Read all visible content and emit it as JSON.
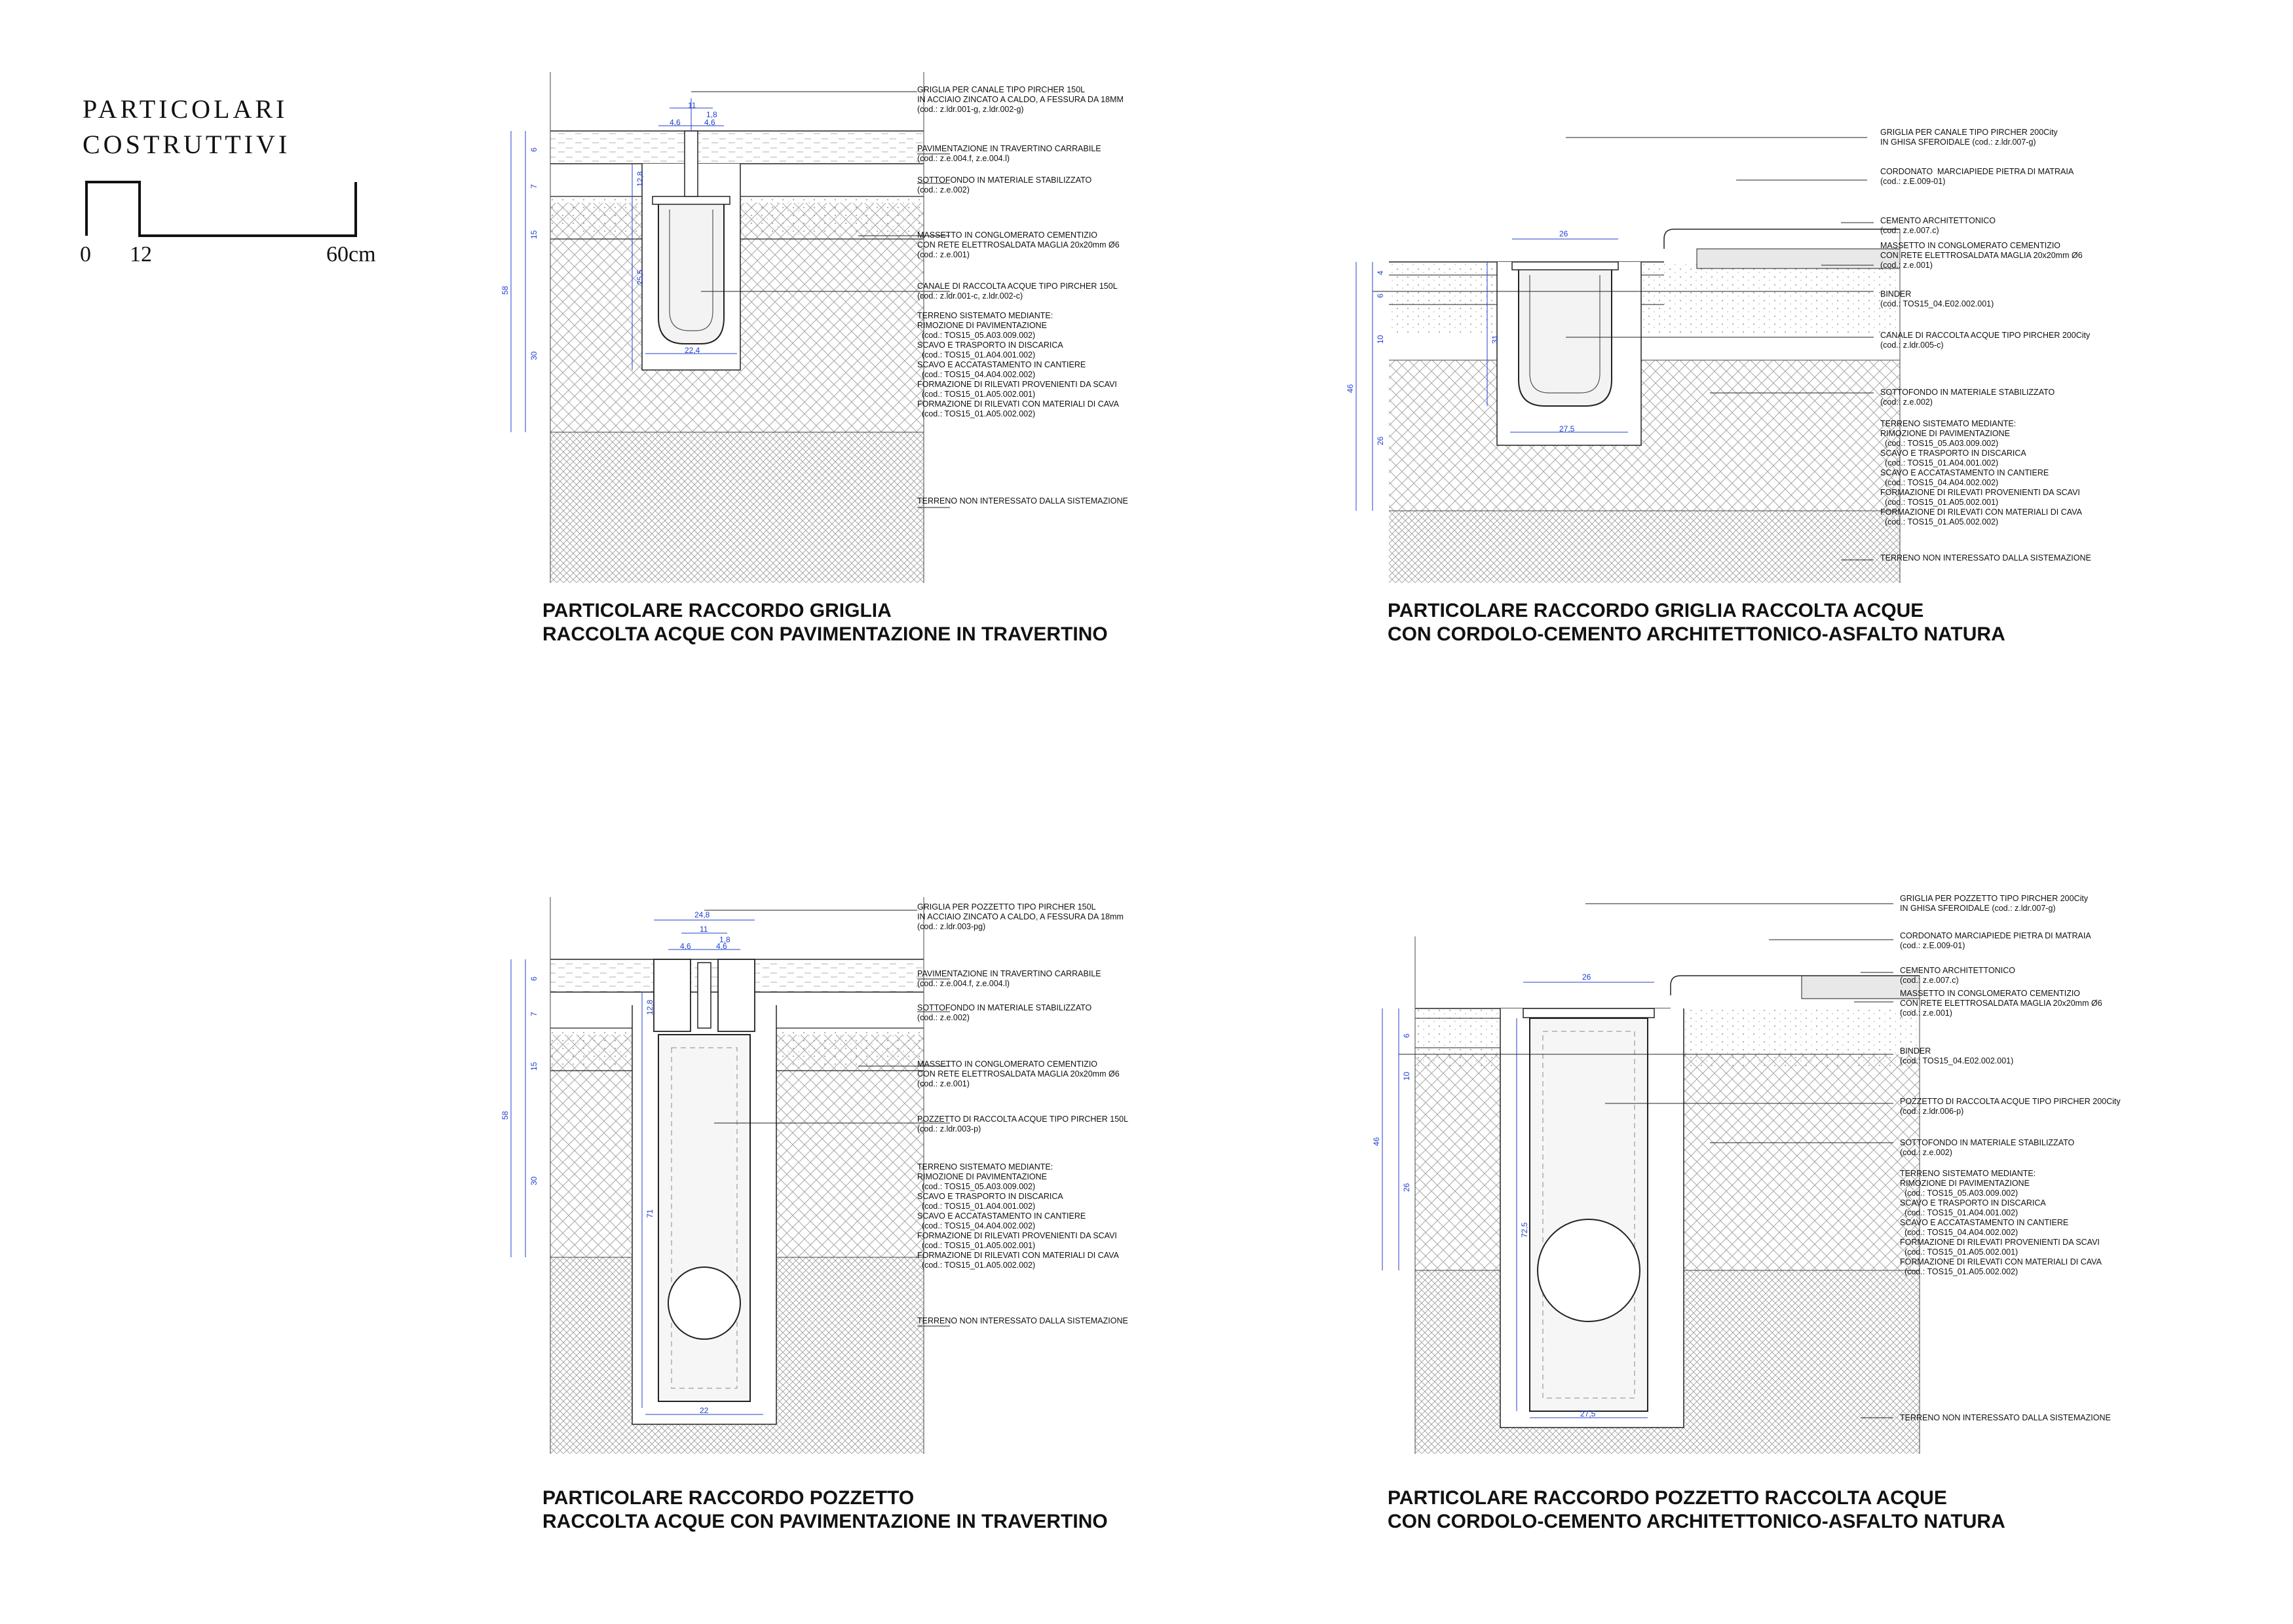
{
  "sheet": {
    "title_line1": "PARTICOLARI",
    "title_line2": "COSTRUTTIVI",
    "scale": {
      "t0": "0",
      "t1": "12",
      "t2": "60cm"
    }
  },
  "colors": {
    "line": "#222222",
    "dimension": "#2040d0",
    "hatch": "#9a9a9a"
  },
  "panels": [
    {
      "title1": "PARTICOLARE RACCORDO GRIGLIA",
      "title2": "RACCOLTA ACQUE CON PAVIMENTAZIONE IN TRAVERTINO",
      "notes": [
        "GRIGLIA PER CANALE TIPO PIRCHER 150L\nIN ACCIAIO ZINCATO A CALDO, A FESSURA DA 18MM\n(cod.: z.ldr.001-g, z.ldr.002-g)",
        "PAVIMENTAZIONE IN TRAVERTINO CARRABILE\n(cod.: z.e.004.f, z.e.004.l)",
        "SOTTOFONDO IN MATERIALE STABILIZZATO\n(cod.: z.e.002)",
        "MASSETTO IN CONGLOMERATO CEMENTIZIO\nCON RETE ELETTROSALDATA MAGLIA 20x20mm Ø6\n(cod.: z.e.001)",
        "CANALE DI RACCOLTA ACQUE TIPO PIRCHER 150L\n(cod.: z.ldr.001-c, z.ldr.002-c)",
        "TERRENO SISTEMATO MEDIANTE:\nRIMOZIONE DI PAVIMENTAZIONE\n  (cod.: TOS15_05.A03.009.002)\nSCAVO E TRASPORTO IN DISCARICA\n  (cod.: TOS15_01.A04.001.002)\nSCAVO E ACCATASTAMENTO IN CANTIERE\n  (cod.: TOS15_04.A04.002.002)\nFORMAZIONE DI RILEVATI PROVENIENTI DA SCAVI\n  (cod.: TOS15_01.A05.002.001)\nFORMAZIONE DI RILEVATI CON MATERIALI DI CAVA\n  (cod.: TOS15_01.A05.002.002)",
        "TERRENO NON INTERESSATO DALLA SISTEMAZIONE"
      ],
      "dims": [
        "11",
        "1,8",
        "4,6",
        "4,6",
        "6",
        "7",
        "15",
        "30",
        "58",
        "12,8",
        "25,5",
        "22,4"
      ]
    },
    {
      "title1": "PARTICOLARE RACCORDO GRIGLIA RACCOLTA ACQUE",
      "title2": "CON CORDOLO-CEMENTO ARCHITETTONICO-ASFALTO NATURA",
      "notes": [
        "GRIGLIA PER CANALE TIPO PIRCHER 200City\nIN GHISA SFEROIDALE (cod.: z.ldr.007-g)",
        "CORDONATO  MARCIAPIEDE PIETRA DI MATRAIA\n(cod.: z.E.009-01)",
        "CEMENTO ARCHITETTONICO\n(cod.: z.e.007.c)",
        "MASSETTO IN CONGLOMERATO CEMENTIZIO\nCON RETE ELETTROSALDATA MAGLIA 20x20mm Ø6\n(cod.: z.e.001)",
        "BINDER\n(cod.: TOS15_04.E02.002.001)",
        "CANALE DI RACCOLTA ACQUE TIPO PIRCHER 200City\n(cod.: z.ldr.005-c)",
        "SOTTOFONDO IN MATERIALE STABILIZZATO\n(cod.: z.e.002)",
        "TERRENO SISTEMATO MEDIANTE:\nRIMOZIONE DI PAVIMENTAZIONE\n  (cod.: TOS15_05.A03.009.002)\nSCAVO E TRASPORTO IN DISCARICA\n  (cod.: TOS15_01.A04.001.002)\nSCAVO E ACCATASTAMENTO IN CANTIERE\n  (cod.: TOS15_04.A04.002.002)\nFORMAZIONE DI RILEVATI PROVENIENTI DA SCAVI\n  (cod.: TOS15_01.A05.002.001)\nFORMAZIONE DI RILEVATI CON MATERIALI DI CAVA\n  (cod.: TOS15_01.A05.002.002)",
        "TERRENO NON INTERESSATO DALLA SISTEMAZIONE"
      ],
      "dims": [
        "26",
        "4",
        "6",
        "10",
        "26",
        "46",
        "31",
        "27,5"
      ]
    },
    {
      "title1": "PARTICOLARE RACCORDO POZZETTO",
      "title2": "RACCOLTA ACQUE CON PAVIMENTAZIONE IN TRAVERTINO",
      "notes": [
        "GRIGLIA PER POZZETTO TIPO PIRCHER 150L\nIN ACCIAIO ZINCATO A CALDO, A FESSURA DA 18mm\n(cod.: z.ldr.003-pg)",
        "PAVIMENTAZIONE IN TRAVERTINO CARRABILE\n(cod.: z.e.004.f, z.e.004.l)",
        "SOTTOFONDO IN MATERIALE STABILIZZATO\n(cod.: z.e.002)",
        "MASSETTO IN CONGLOMERATO CEMENTIZIO\nCON RETE ELETTROSALDATA MAGLIA 20x20mm Ø6\n(cod.: z.e.001)",
        "POZZETTO DI RACCOLTA ACQUE TIPO PIRCHER 150L\n(cod.: z.ldr.003-p)",
        "TERRENO SISTEMATO MEDIANTE:\nRIMOZIONE DI PAVIMENTAZIONE\n  (cod.: TOS15_05.A03.009.002)\nSCAVO E TRASPORTO IN DISCARICA\n  (cod.: TOS15_01.A04.001.002)\nSCAVO E ACCATASTAMENTO IN CANTIERE\n  (cod.: TOS15_04.A04.002.002)\nFORMAZIONE DI RILEVATI PROVENIENTI DA SCAVI\n  (cod.: TOS15_01.A05.002.001)\nFORMAZIONE DI RILEVATI CON MATERIALI DI CAVA\n  (cod.: TOS15_01.A05.002.002)",
        "TERRENO NON INTERESSATO DALLA SISTEMAZIONE"
      ],
      "dims": [
        "24,8",
        "11",
        "1,8",
        "4,6",
        "4,6",
        "6",
        "7",
        "15",
        "30",
        "58",
        "12,8",
        "71",
        "22"
      ]
    },
    {
      "title1": "PARTICOLARE RACCORDO POZZETTO RACCOLTA ACQUE",
      "title2": "CON CORDOLO-CEMENTO ARCHITETTONICO-ASFALTO NATURA",
      "notes": [
        "GRIGLIA PER POZZETTO TIPO PIRCHER 200City\nIN GHISA SFEROIDALE (cod.: z.ldr.007-g)",
        "CORDONATO MARCIAPIEDE PIETRA DI MATRAIA\n(cod.: z.E.009-01)",
        "CEMENTO ARCHITETTONICO\n(cod.: z.e.007.c)",
        "MASSETTO IN CONGLOMERATO CEMENTIZIO\nCON RETE ELETTROSALDATA MAGLIA 20x20mm Ø6\n(cod.: z.e.001)",
        "BINDER\n(cod.: TOS15_04.E02.002.001)",
        "POZZETTO DI RACCOLTA ACQUE TIPO PIRCHER 200City\n(cod.: z.ldr.006-p)",
        "SOTTOFONDO IN MATERIALE STABILIZZATO\n(cod.: z.e.002)",
        "TERRENO SISTEMATO MEDIANTE:\nRIMOZIONE DI PAVIMENTAZIONE\n  (cod.: TOS15_05.A03.009.002)\nSCAVO E TRASPORTO IN DISCARICA\n  (cod.: TOS15_01.A04.001.002)\nSCAVO E ACCATASTAMENTO IN CANTIERE\n  (cod.: TOS15_04.A04.002.002)\nFORMAZIONE DI RILEVATI PROVENIENTI DA SCAVI\n  (cod.: TOS15_01.A05.002.001)\nFORMAZIONE DI RILEVATI CON MATERIALI DI CAVA\n  (cod.: TOS15_01.A05.002.002)",
        "TERRENO NON INTERESSATO DALLA SISTEMAZIONE"
      ],
      "dims": [
        "26",
        "6",
        "10",
        "26",
        "46",
        "72,5",
        "27,5"
      ]
    }
  ]
}
